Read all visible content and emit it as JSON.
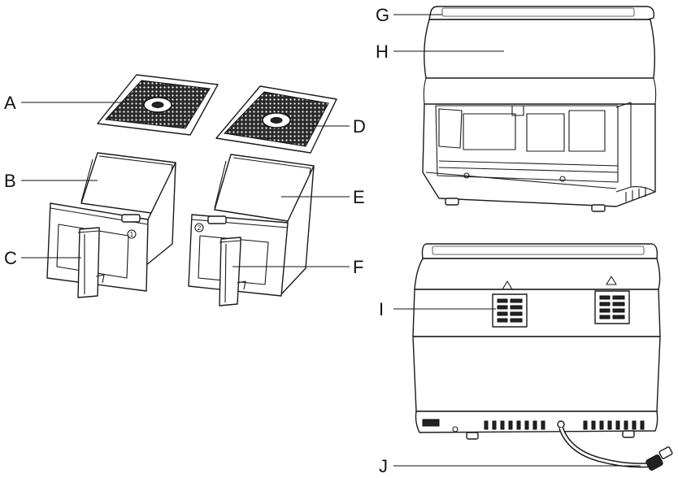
{
  "callouts": {
    "A": "A",
    "B": "B",
    "C": "C",
    "D": "D",
    "E": "E",
    "F": "F",
    "G": "G",
    "H": "H",
    "I": "I",
    "J": "J"
  },
  "basket_markers": {
    "left": "1",
    "right": "2"
  }
}
